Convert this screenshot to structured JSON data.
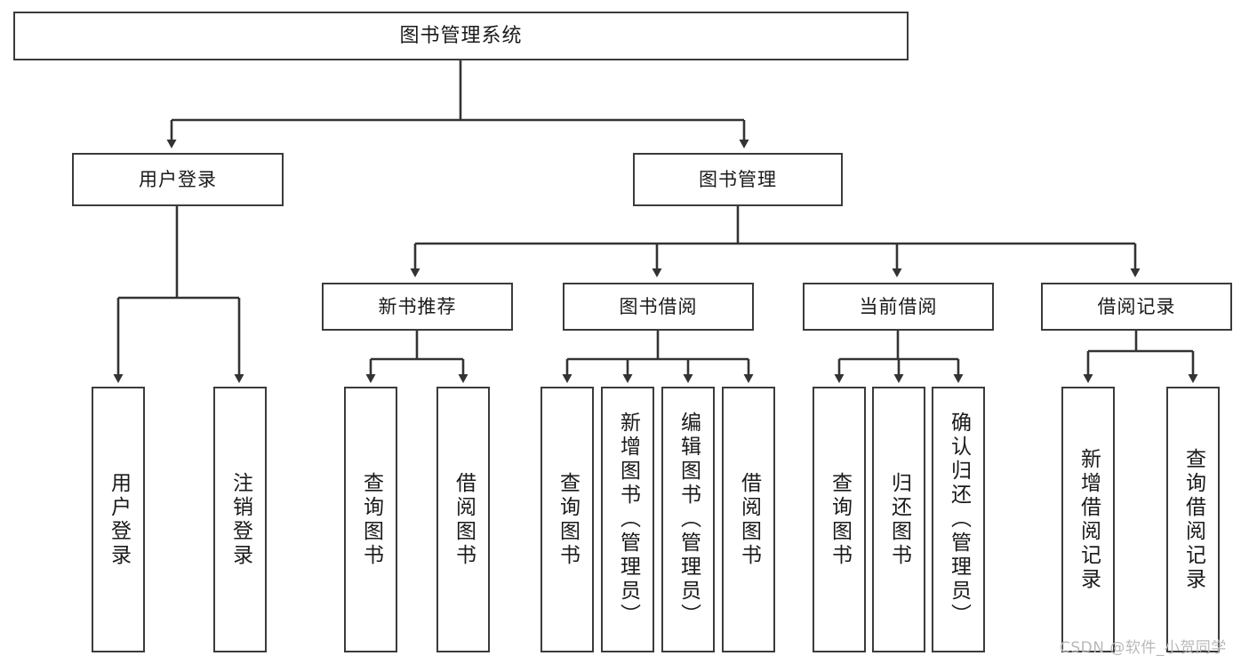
{
  "diagram": {
    "title": "图书管理系统",
    "type": "hierarchy-tree",
    "colors": {
      "box_border": "#3b3b3b",
      "box_fill": "#ffffff",
      "connector": "#333333",
      "text": "#1a1a1a",
      "watermark": "#b9b9b9"
    },
    "root": {
      "id": "root",
      "label": "图书管理系统"
    },
    "level1": [
      {
        "id": "user-login",
        "label": "用户登录"
      },
      {
        "id": "book-management",
        "label": "图书管理"
      }
    ],
    "level2": [
      {
        "id": "new-book-recommend",
        "label": "新书推荐",
        "parent": "book-management"
      },
      {
        "id": "book-borrow",
        "label": "图书借阅",
        "parent": "book-management"
      },
      {
        "id": "current-borrow",
        "label": "当前借阅",
        "parent": "book-management"
      },
      {
        "id": "borrow-record",
        "label": "借阅记录",
        "parent": "book-management"
      }
    ],
    "leaves": {
      "user-login": [
        {
          "id": "leaf-user-login",
          "label": "用户登录"
        },
        {
          "id": "leaf-user-logout",
          "label": "注销登录"
        }
      ],
      "new-book-recommend": [
        {
          "id": "leaf-query-book-1",
          "label": "查询图书"
        },
        {
          "id": "leaf-borrow-book-1",
          "label": "借阅图书"
        }
      ],
      "book-borrow": [
        {
          "id": "leaf-query-book-2",
          "label": "查询图书"
        },
        {
          "id": "leaf-add-book",
          "label": "新增图书（管理员）"
        },
        {
          "id": "leaf-edit-book",
          "label": "编辑图书（管理员）"
        },
        {
          "id": "leaf-borrow-book-2",
          "label": "借阅图书"
        }
      ],
      "current-borrow": [
        {
          "id": "leaf-query-book-3",
          "label": "查询图书"
        },
        {
          "id": "leaf-return-book",
          "label": "归还图书"
        },
        {
          "id": "leaf-confirm-return",
          "label": "确认归还（管理员）"
        }
      ],
      "borrow-record": [
        {
          "id": "leaf-add-record",
          "label": "新增借阅记录"
        },
        {
          "id": "leaf-query-record",
          "label": "查询借阅记录"
        }
      ]
    }
  },
  "watermark": {
    "text": "CSDN @软件_小贺同学"
  }
}
